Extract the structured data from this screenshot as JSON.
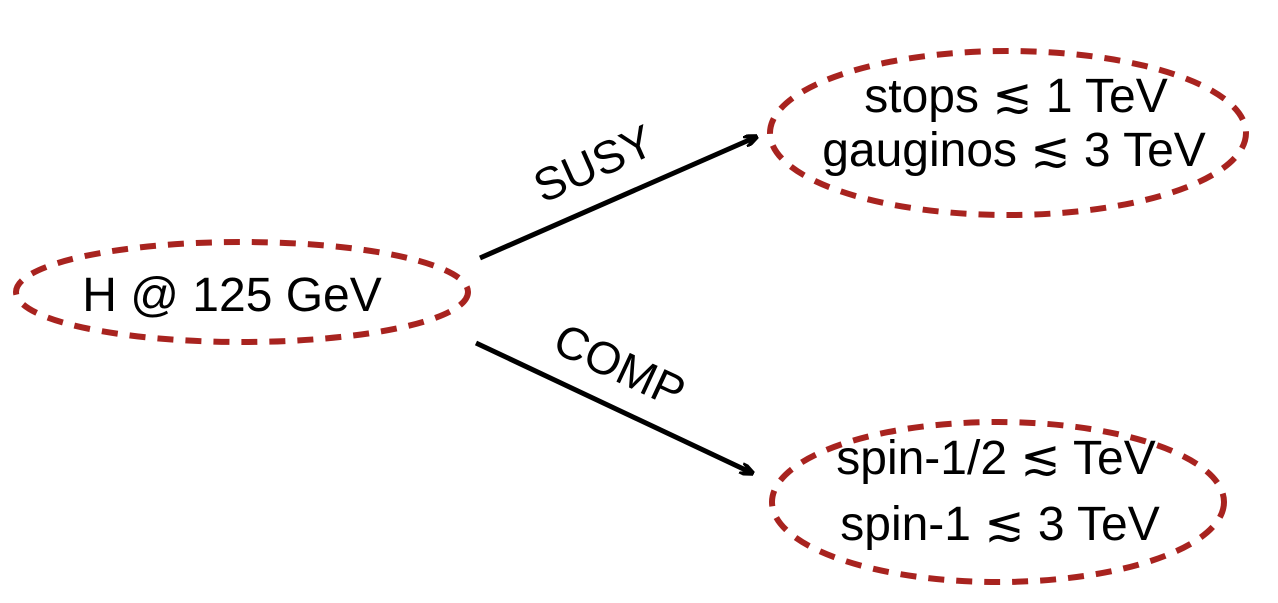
{
  "colors": {
    "ellipse_stroke": "#A8231F",
    "arrow": "#000000",
    "text": "#000000",
    "background": "#FFFFFF"
  },
  "nodes": {
    "higgs": {
      "line1": "H @ 125 GeV"
    },
    "susy": {
      "line1": "stops ≲ 1 TeV",
      "line2": "gauginos ≲ 3 TeV"
    },
    "comp": {
      "line1": "spin-1/2 ≲ TeV",
      "line2": "spin-1 ≲ 3 TeV"
    }
  },
  "edges": {
    "susy": {
      "label": "SUSY"
    },
    "comp": {
      "label": "COMP"
    }
  }
}
